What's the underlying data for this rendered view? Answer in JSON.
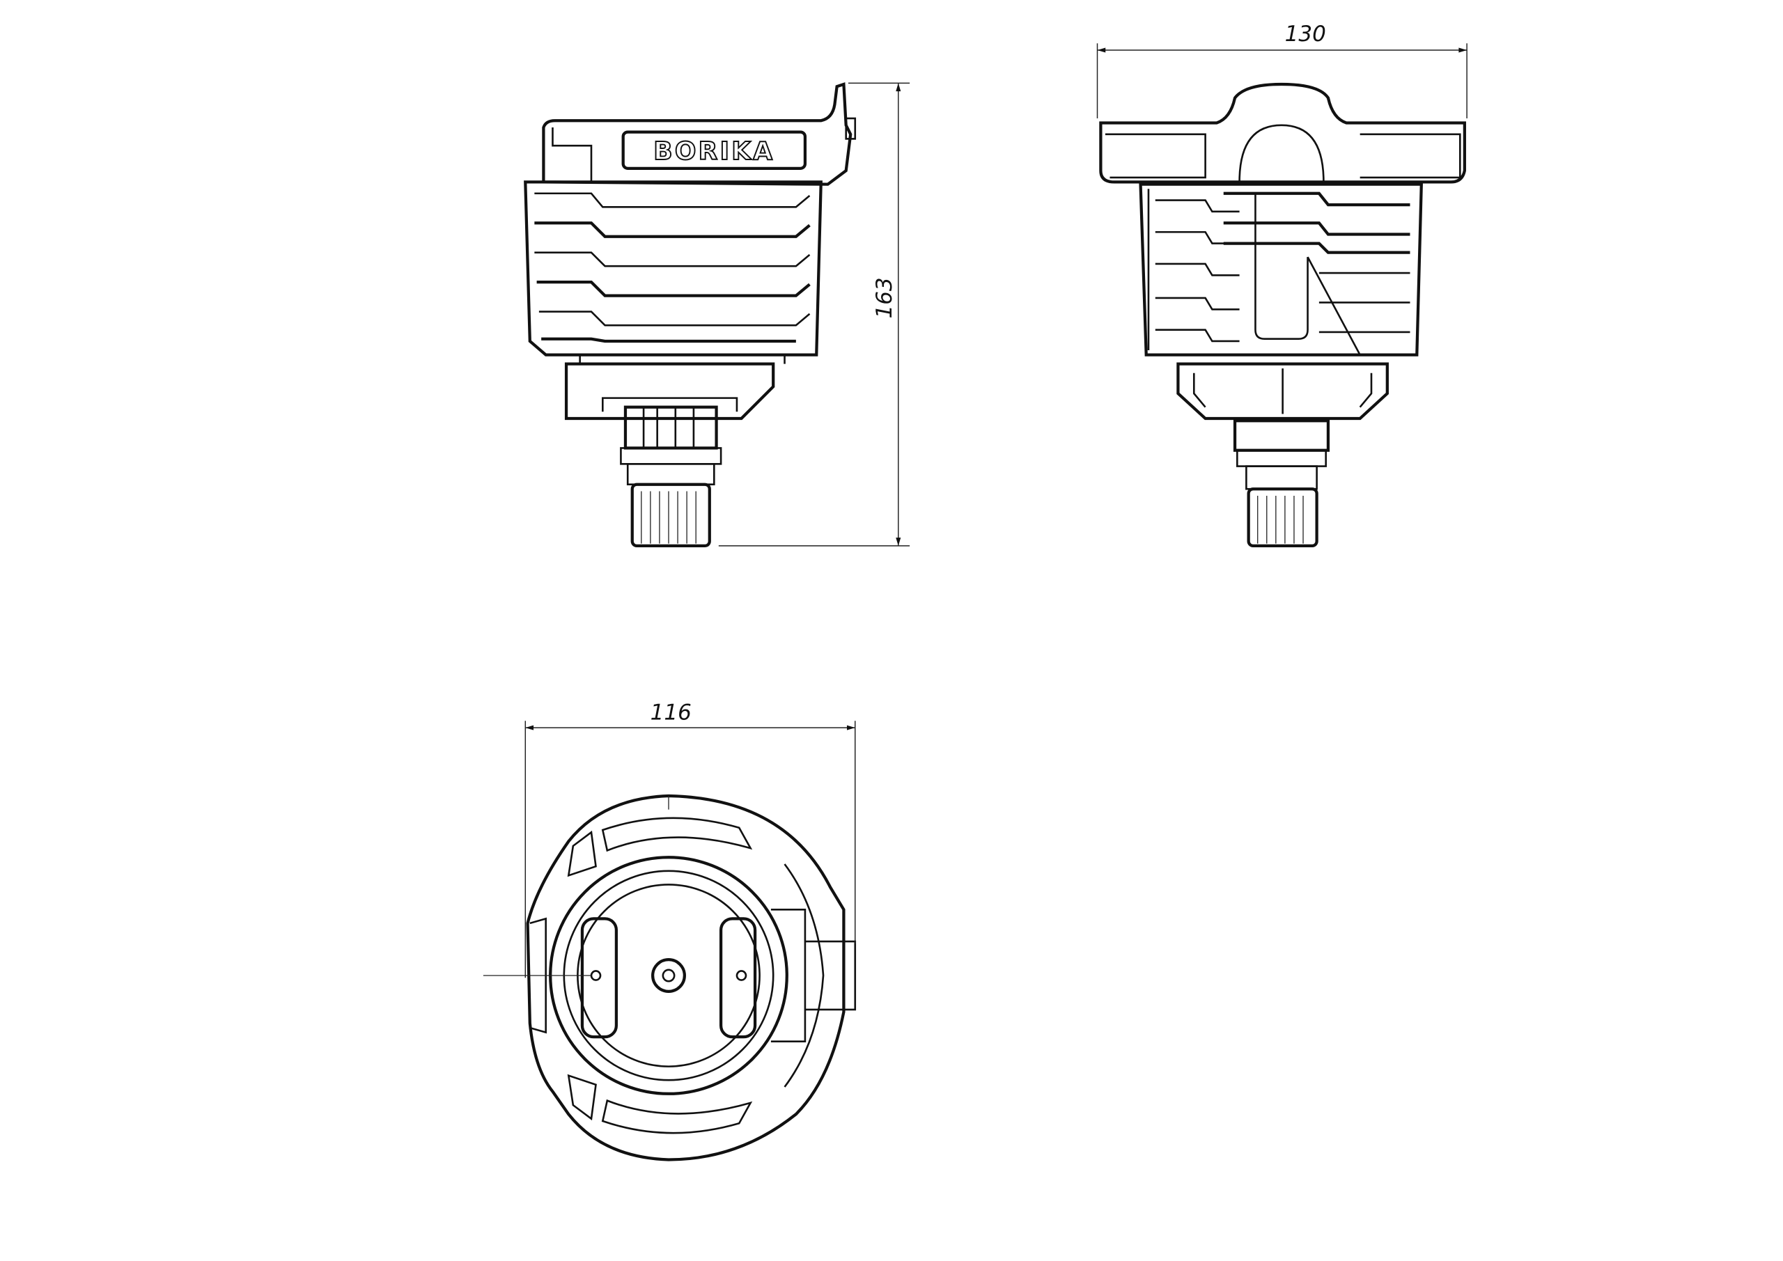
{
  "drawing": {
    "brand_logo": "BORIKA",
    "dimensions": {
      "side_width": "130",
      "height": "163",
      "top_width": "116"
    },
    "units": "mm"
  }
}
